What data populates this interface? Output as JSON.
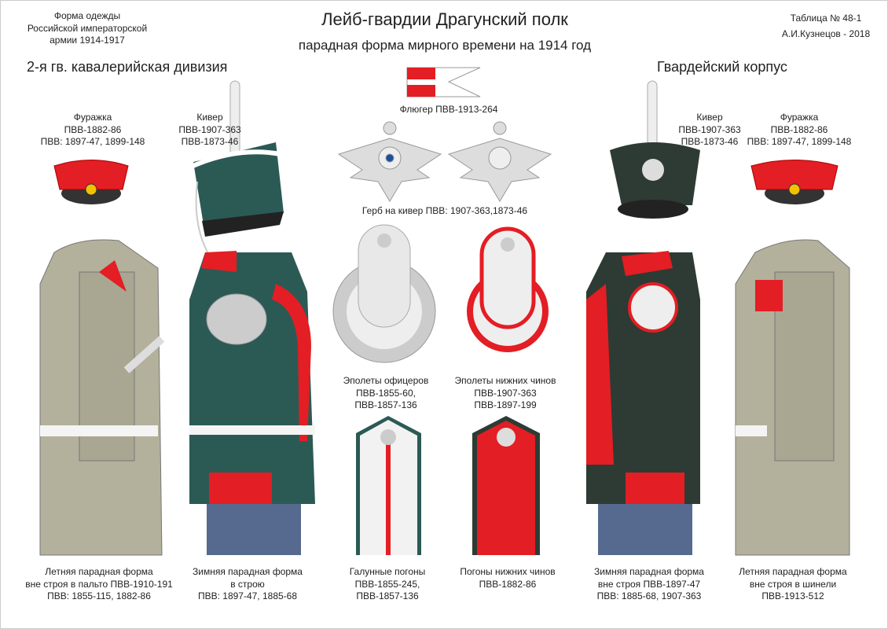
{
  "header": {
    "left_lines": [
      "Форма одежды",
      "Российской императорской",
      "армии  1914-1917"
    ],
    "title": "Лейб-гвардии Драгунский полк",
    "subtitle": "парадная форма мирного времени на 1914 год",
    "right_lines": [
      "Таблица № 48-1",
      "А.И.Кузнецов - 2018"
    ],
    "left_division": "2-я гв. кавалерийская дивизия",
    "right_division": "Гвардейский корпус"
  },
  "labels": {
    "cap_left": [
      "Фуражка",
      "ПВВ-1882-86",
      "ПВВ: 1897-47, 1899-148"
    ],
    "shako_left": [
      "Кивер",
      "ПВВ-1907-363",
      "ПВВ-1873-46"
    ],
    "pennant": "Флюгер ПВВ-1913-264",
    "shako_arms": "Герб на кивер ПВВ: 1907-363,1873-46",
    "shako_right": [
      "Кивер",
      "ПВВ-1907-363",
      "ПВВ-1873-46"
    ],
    "cap_right": [
      "Фуражка",
      "ПВВ-1882-86",
      "ПВВ: 1897-47, 1899-148"
    ],
    "epaulettes_officers": [
      "Эполеты офицеров",
      "ПВВ-1855-60,",
      "ПВВ-1857-136"
    ],
    "epaulettes_ranks": [
      "Эполеты нижних чинов",
      "ПВВ-1907-363",
      "ПВВ-1897-199"
    ]
  },
  "captions": [
    [
      "Летняя парадная форма",
      "вне строя в пальто ПВВ-1910-191",
      "ПВВ: 1855-115, 1882-86"
    ],
    [
      "Зимняя парадная форма",
      "в строю",
      "ПВВ: 1897-47, 1885-68"
    ],
    [
      "Галунные погоны",
      "ПВВ-1855-245,",
      "ПВВ-1857-136"
    ],
    [
      "Погоны нижних чинов",
      "ПВВ-1882-86"
    ],
    [
      "Зимняя парадная форма",
      "вне строя ПВВ-1897-47",
      "ПВВ: 1885-68, 1907-363"
    ],
    [
      "Летняя парадная форма",
      "вне строя в шинели",
      "ПВВ-1913-512"
    ]
  ],
  "colors": {
    "red": "#e31e24",
    "green": "#2b5a55",
    "dark_green": "#2d3b34",
    "khaki": "#b3b09c",
    "trousers": "#566a90",
    "silver": "#d9d9d9"
  }
}
